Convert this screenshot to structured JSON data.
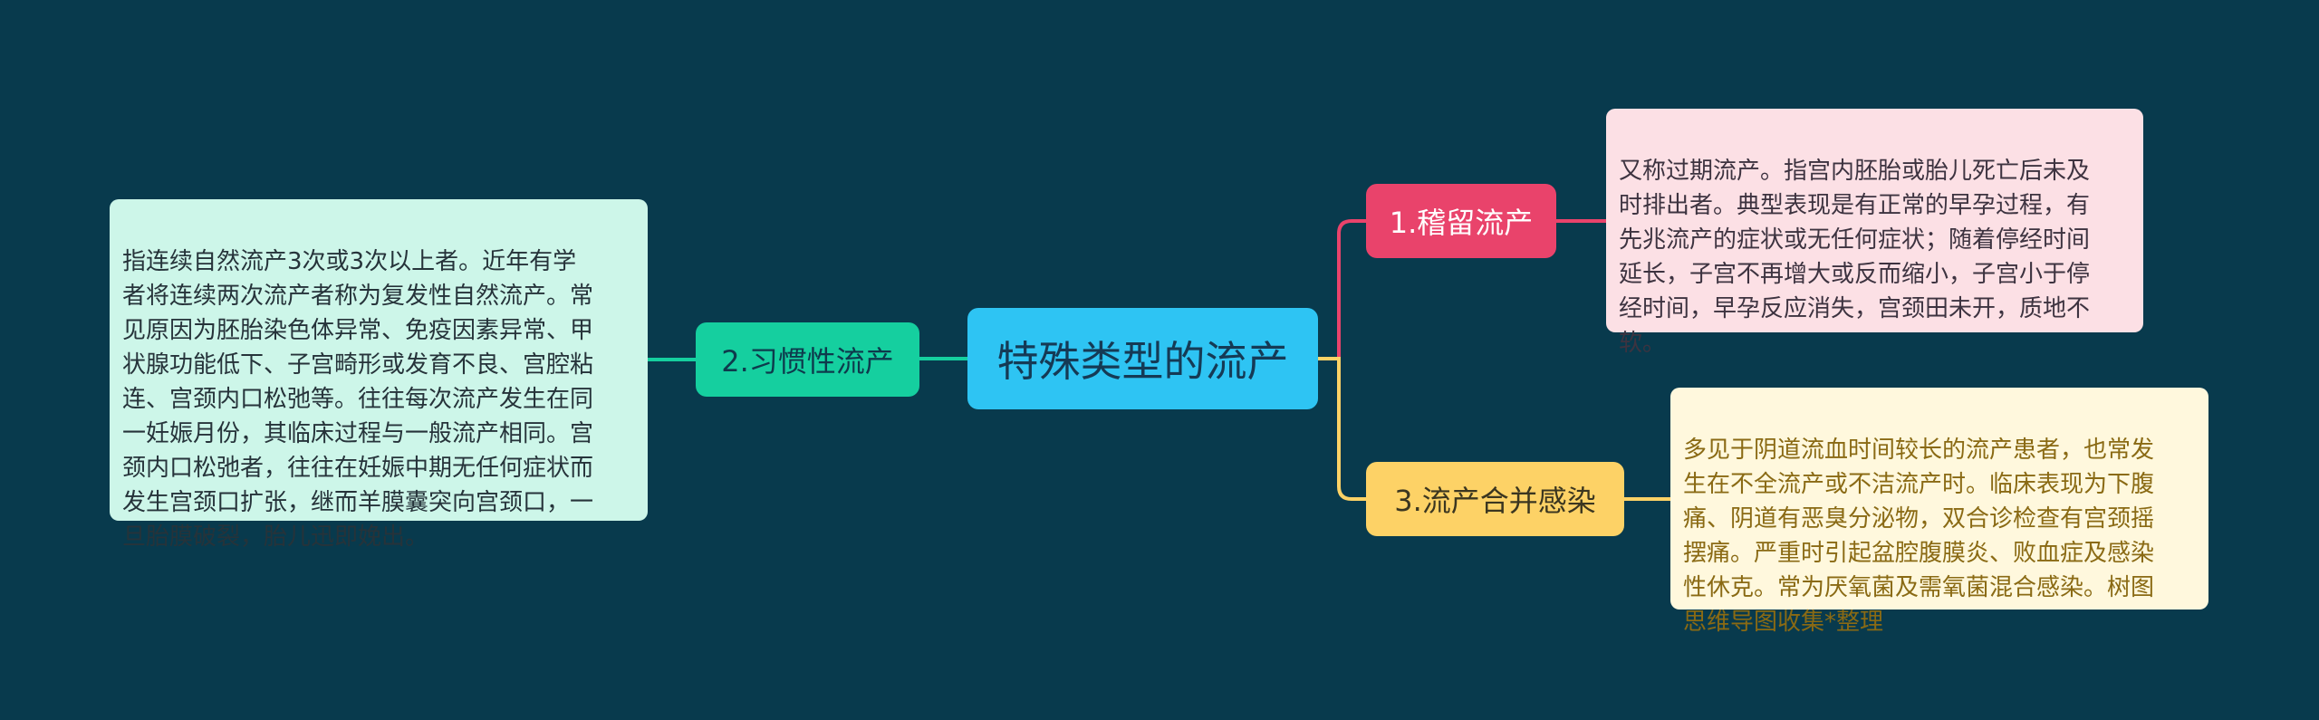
{
  "colors": {
    "background": "#083a4d",
    "central": "#2ec4f3",
    "branch_1": "#e9436b",
    "branch_2": "#15cf9f",
    "branch_3": "#fdd266"
  },
  "central": {
    "label": "特殊类型的流产"
  },
  "branches": [
    {
      "label": "1.稽留流产",
      "text": "又称过期流产。指宫内胚胎或胎儿死亡后未及\n时排出者。典型表现是有正常的早孕过程，有\n先兆流产的症状或无任何症状；随着停经时间\n延长，子宫不再增大或反而缩小，子宫小于停\n经时间，早孕反应消失，宫颈田未开，质地不\n软。"
    },
    {
      "label": "2.习惯性流产",
      "text": "指连续自然流产3次或3次以上者。近年有学\n者将连续两次流产者称为复发性自然流产。常\n见原因为胚胎染色体异常、免疫因素异常、甲\n状腺功能低下、子宫畸形或发育不良、宫腔粘\n连、宫颈内口松弛等。往往每次流产发生在同\n一妊娠月份，其临床过程与一般流产相同。宫\n颈内口松弛者，往往在妊娠中期无任何症状而\n发生宫颈口扩张，继而羊膜囊突向宫颈口，一\n旦胎膜破裂，胎儿迅即娩出。"
    },
    {
      "label": "3.流产合并感染",
      "text": "多见于阴道流血时间较长的流产患者，也常发\n生在不全流产或不洁流产时。临床表现为下腹\n痛、阴道有恶臭分泌物，双合诊检查有宫颈摇\n摆痛。严重时引起盆腔腹膜炎、败血症及感染\n性休克。常为厌氧菌及需氧菌混合感染。树图\n思维导图收集*整理"
    }
  ]
}
